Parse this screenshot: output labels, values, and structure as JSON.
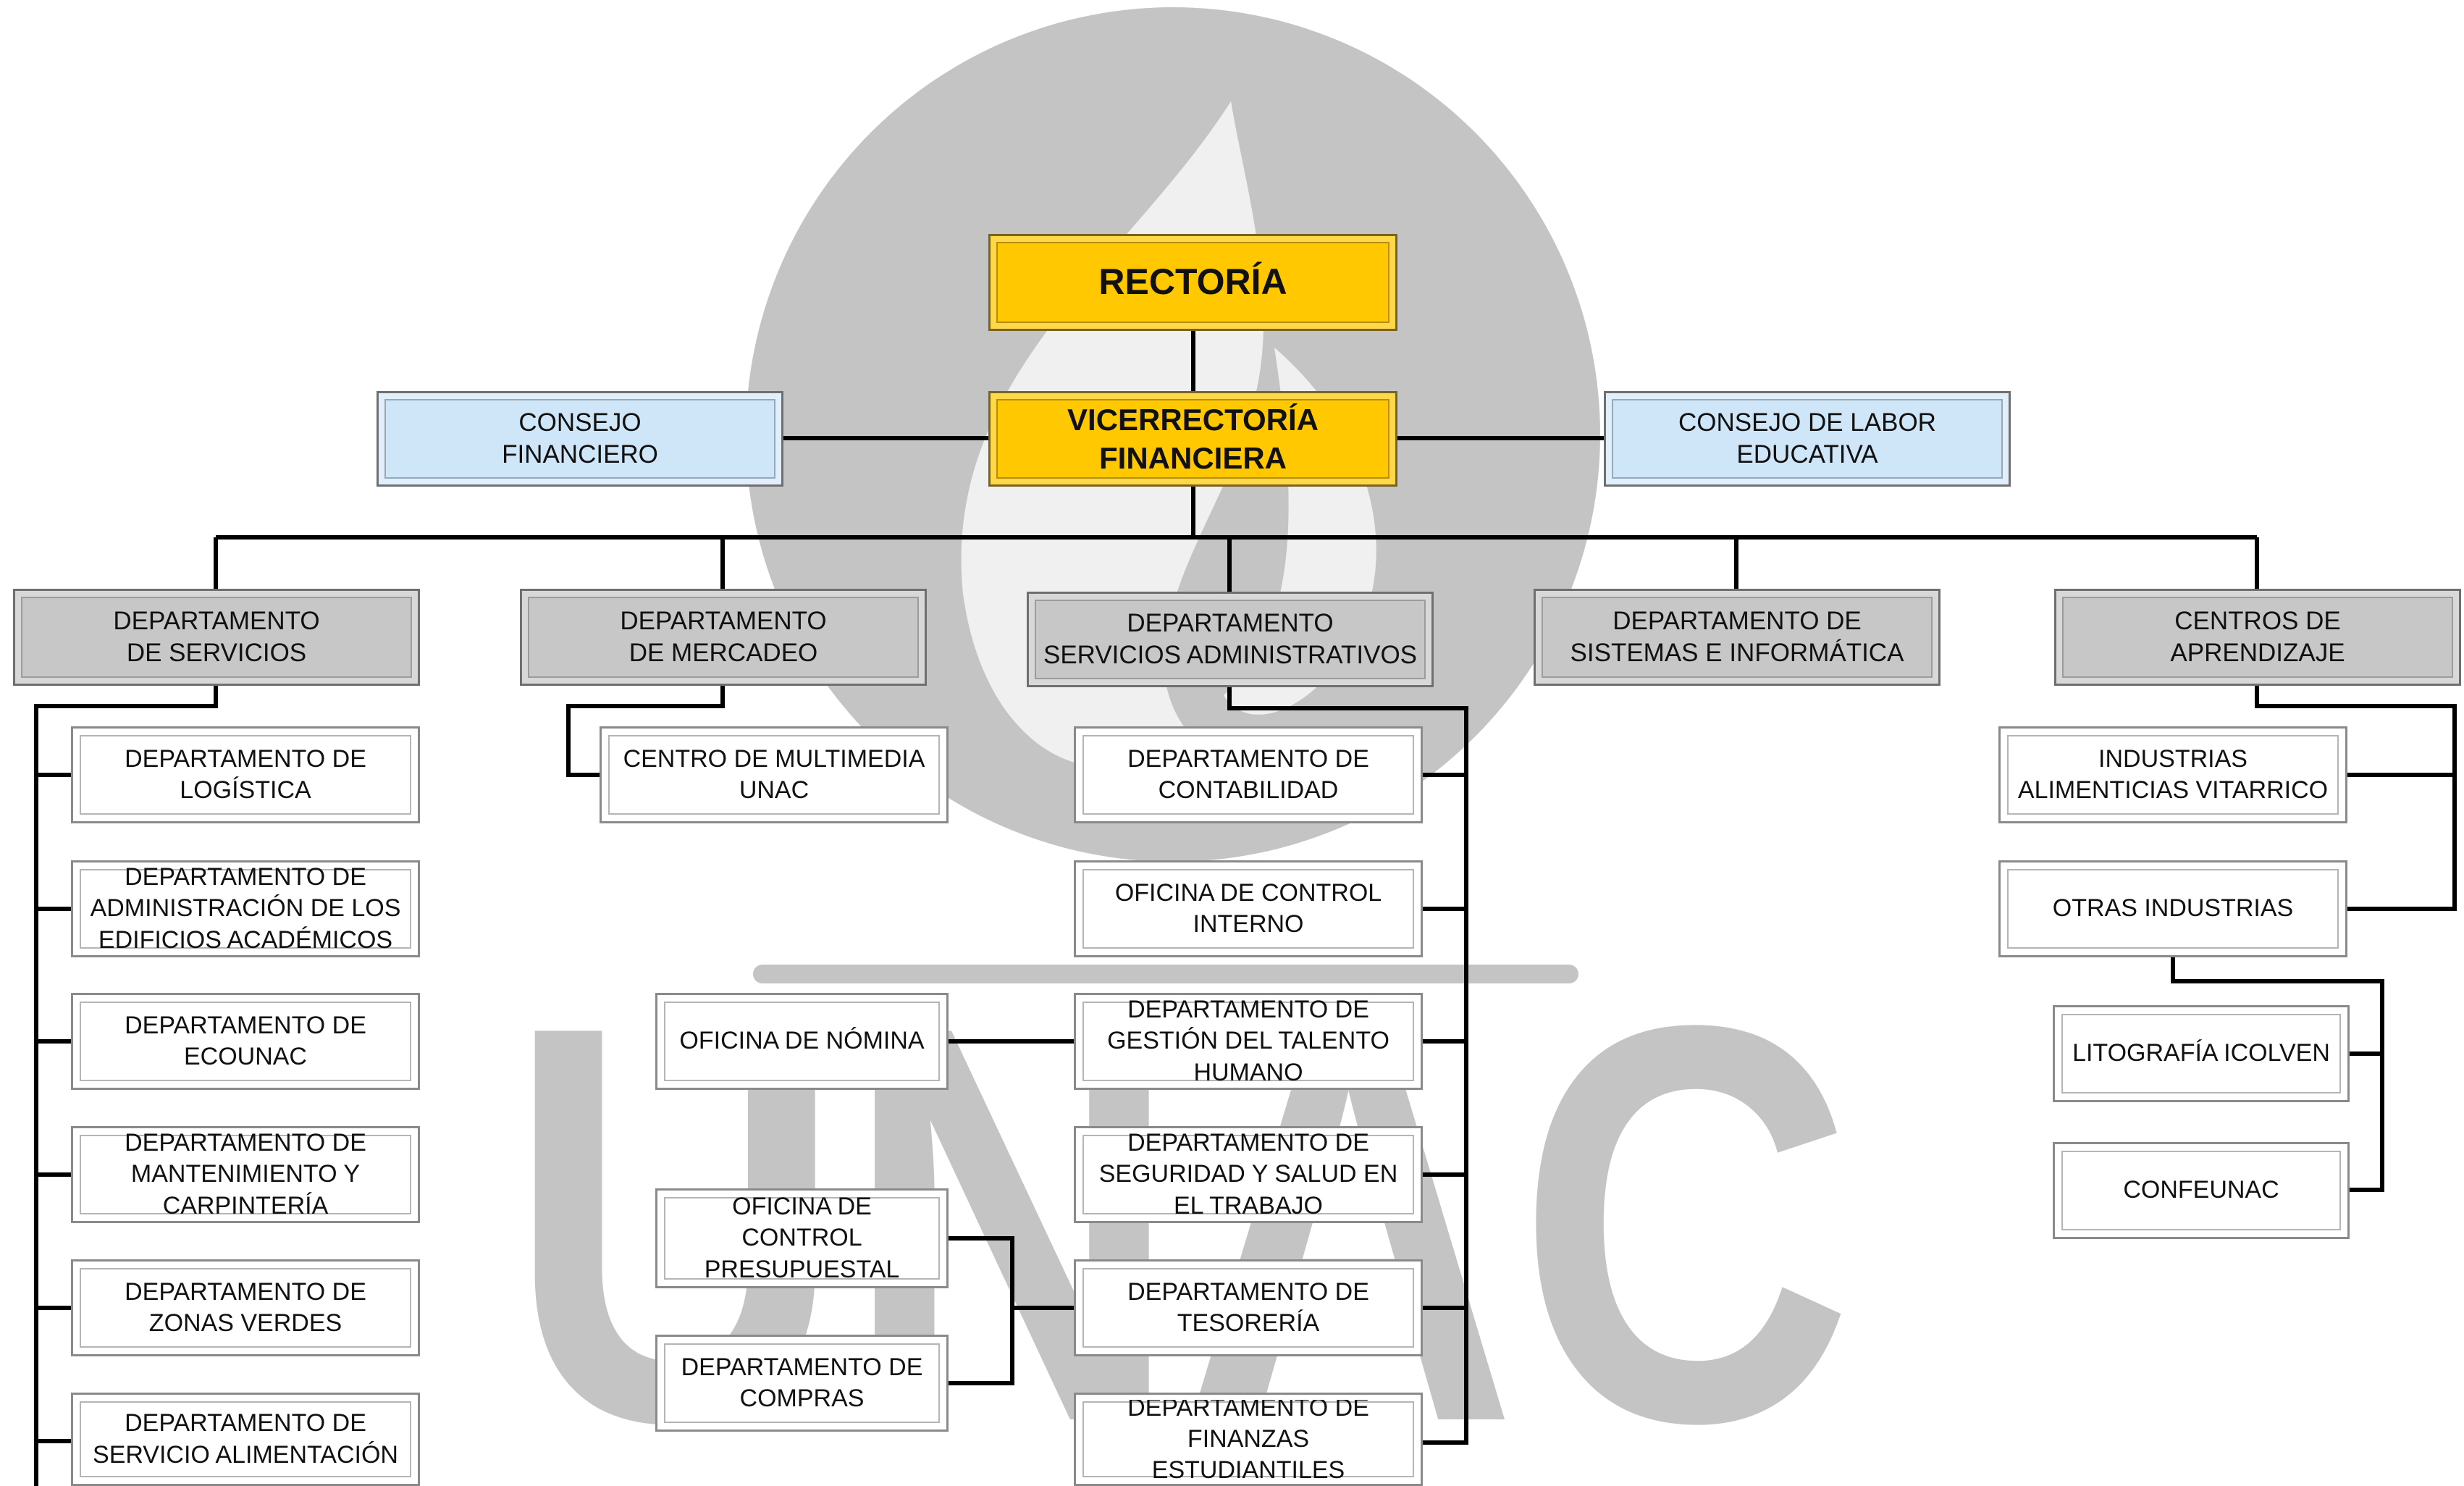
{
  "nodes": {
    "rectoria": "RECTORÍA",
    "vicerrectoria": "VICERRECTORÍA\nFINANCIERA",
    "consejo_financiero": "CONSEJO\nFINANCIERO",
    "consejo_labor": "CONSEJO DE LABOR\nEDUCATIVA",
    "dep_servicios": "DEPARTAMENTO\nDE SERVICIOS",
    "dep_mercadeo": "DEPARTAMENTO\nDE MERCADEO",
    "dep_serv_admin": "DEPARTAMENTO\nSERVICIOS ADMINISTRATIVOS",
    "dep_sistemas": "DEPARTAMENTO DE\nSISTEMAS E INFORMÁTICA",
    "centros_aprendizaje": "CENTROS  DE\nAPRENDIZAJE",
    "logistica": "DEPARTAMENTO DE\nLOGÍSTICA",
    "edificios": "DEPARTAMENTO  DE\nADMINISTRACIÓN  DE LOS\nEDIFICIOS ACADÉMICOS",
    "ecounac": "DEPARTAMENTO DE\nECOUNAC",
    "mantenimiento": "DEPARTAMENTO DE\nMANTENIMIENTO Y\nCARPINTERÍA",
    "zonas_verdes": "DEPARTAMENTO DE\nZONAS VERDES",
    "alimentacion": "DEPARTAMENTO DE\nSERVICIO ALIMENTACIÓN",
    "multimedia": "CENTRO DE MULTIMEDIA\nUNAC",
    "contabilidad": "DEPARTAMENTO  DE\nCONTABILIDAD",
    "control_interno": "OFICINA DE CONTROL\nINTERNO",
    "talento": "DEPARTAMENTO DE\nGESTIÓN DEL TALENTO\nHUMANO",
    "seguridad": "DEPARTAMENTO DE\nSEGURIDAD Y SALUD EN\nEL TRABAJO",
    "tesoreria": "DEPARTAMENTO DE\nTESORERÍA",
    "finanzas": "DEPARTAMENTO DE\nFINANZAS\nESTUDIANTILES",
    "nomina": "OFICINA DE NÓMINA",
    "presupuestal": "OFICINA DE\nCONTROL\nPRESUPUESTAL",
    "compras": "DEPARTAMENTO DE\nCOMPRAS",
    "vitarrico": "INDUSTRIAS\nALIMENTICIAS VITARRICO",
    "otras": "OTRAS INDUSTRIAS",
    "icolven": "LITOGRAFÍA ICOLVEN",
    "confeunac": "CONFEUNAC"
  },
  "watermark": {
    "logo_text": "UNAC",
    "registered_mark": "®"
  },
  "colors": {
    "gold": "#ffc800",
    "blue": "#cfe6f8",
    "gray": "#c7c7c7",
    "line": "#000000",
    "watermark": "#c4c4c4"
  }
}
